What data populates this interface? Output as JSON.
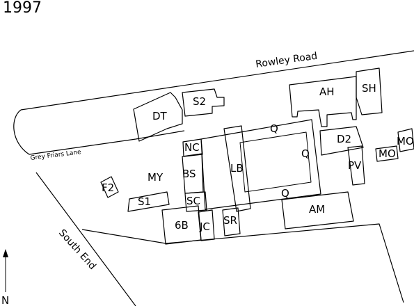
{
  "year": "1997",
  "roads": {
    "rowley_road": "Rowley Road",
    "grey_friars_lane": "Grey Friars Lane",
    "south_end": "South End"
  },
  "north": "N",
  "buildings": {
    "DT": "DT",
    "S2": "S2",
    "AH": "AH",
    "SH": "SH",
    "Q_top": "Q",
    "Q_right": "Q",
    "Q_bottom": "Q",
    "D2": "D2",
    "MO_small": "MO",
    "MO_box": "MO",
    "PV": "PV",
    "NC": "NC",
    "BS": "BS",
    "LB": "LB",
    "MY": "MY",
    "F2": "F2",
    "S1": "S1",
    "SC": "SC",
    "6B": "6B",
    "JC": "JC",
    "SR": "SR",
    "AM": "AM"
  }
}
